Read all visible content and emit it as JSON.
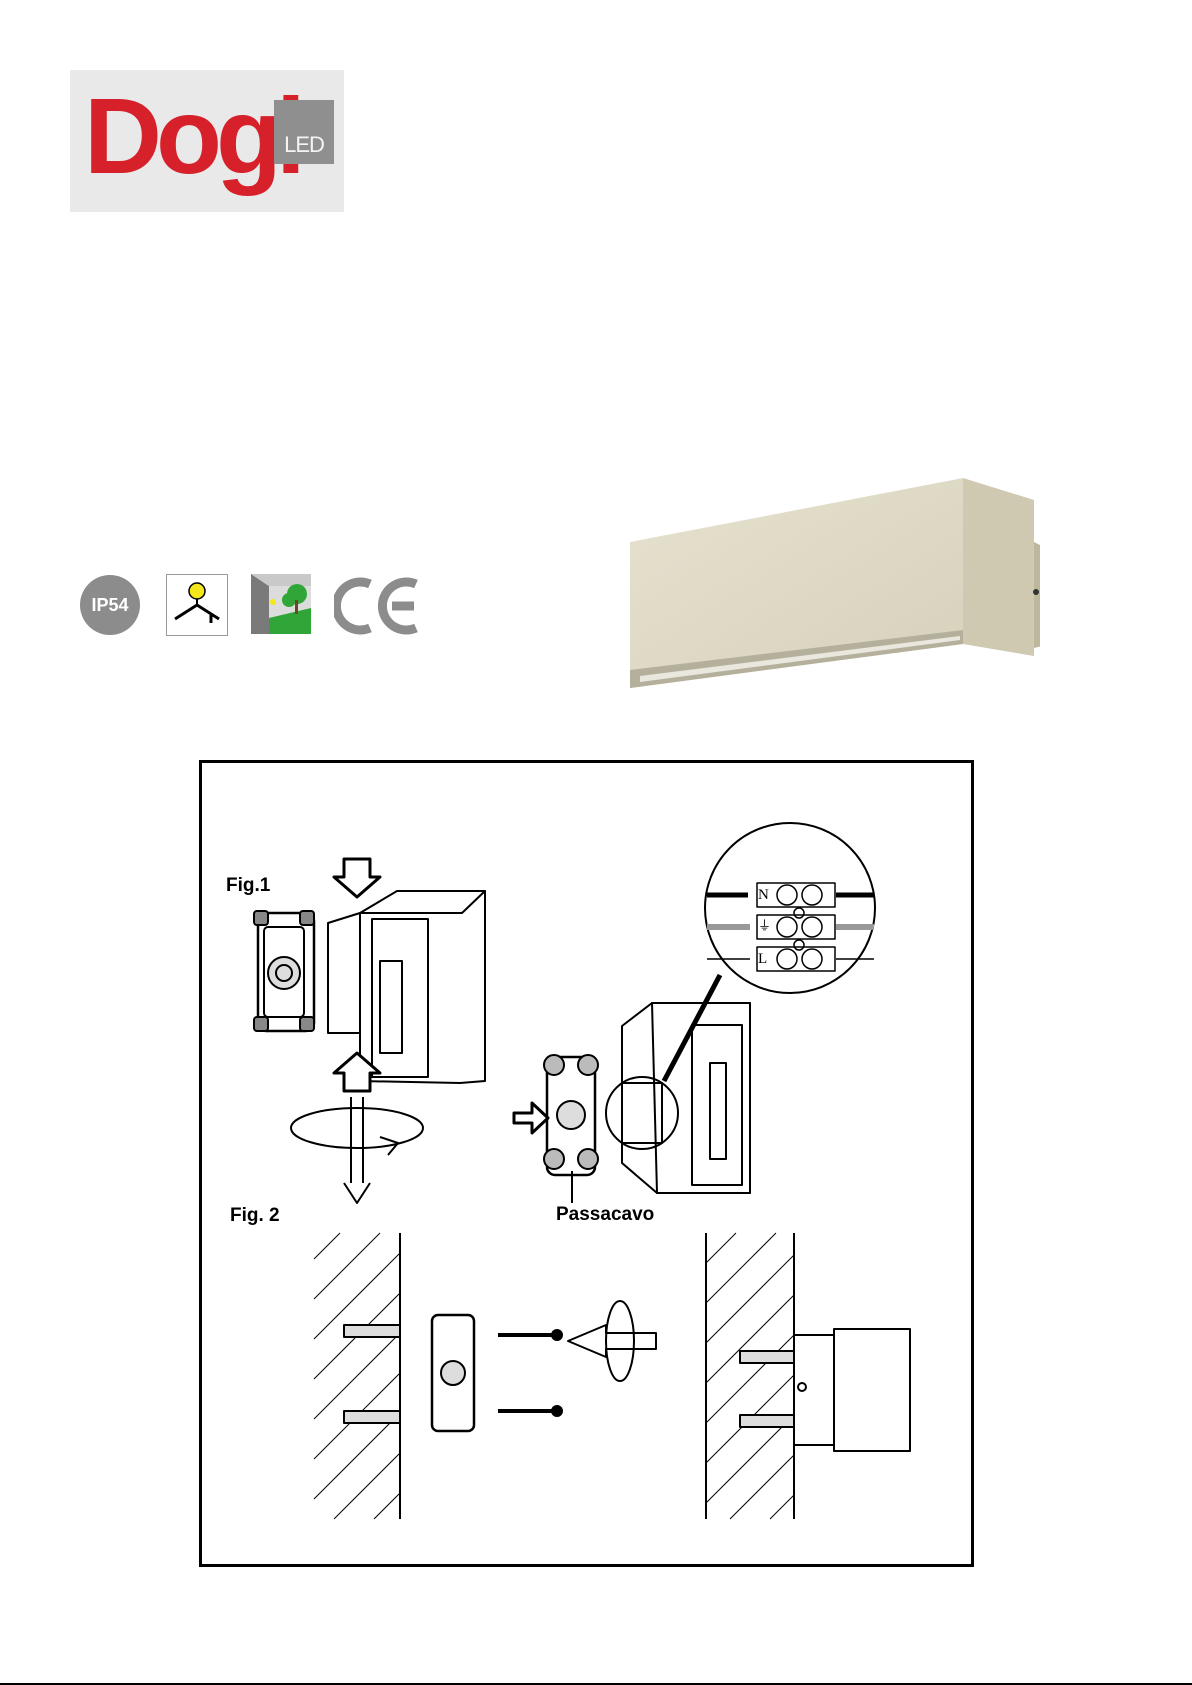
{
  "logo": {
    "brand": "Dogi",
    "sub": "LED"
  },
  "icons": {
    "ip_rating": "IP54",
    "ce_mark": "CE"
  },
  "figures": {
    "fig1_label": "Fig.1",
    "fig2_label": "Fig. 2",
    "cable_gland_label": "Passacavo",
    "terminal_labels": [
      "N",
      "⏚",
      "L"
    ]
  },
  "colors": {
    "brand_red": "#d6212b",
    "led_grey": "#8f8f8f",
    "product_beige": "#ddd8c4"
  }
}
